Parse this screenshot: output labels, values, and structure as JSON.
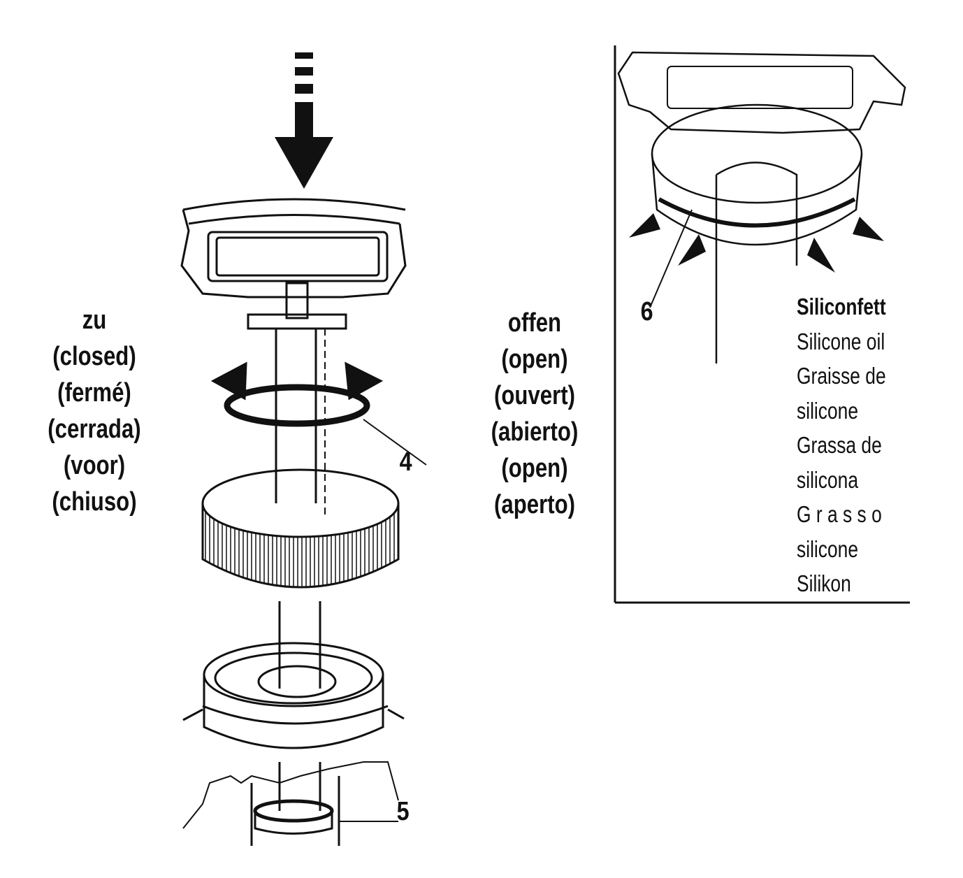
{
  "closed_labels": [
    "zu",
    "(closed)",
    "(fermé)",
    "(cerrada)",
    "(voor)",
    "(chiuso)"
  ],
  "open_labels": [
    "offen",
    "(open)",
    "(ouvert)",
    "(abierto)",
    "(open)",
    "(aperto)"
  ],
  "part_numbers": {
    "rotation_ring": "4",
    "seal": "5",
    "cap_seal": "6"
  },
  "lubricant_labels": [
    "Siliconfett",
    "Silicone oil",
    "Graisse de",
    "silicone",
    "Grassa de",
    "silicona",
    "G r a s s o",
    "silicone",
    "Silikon"
  ]
}
